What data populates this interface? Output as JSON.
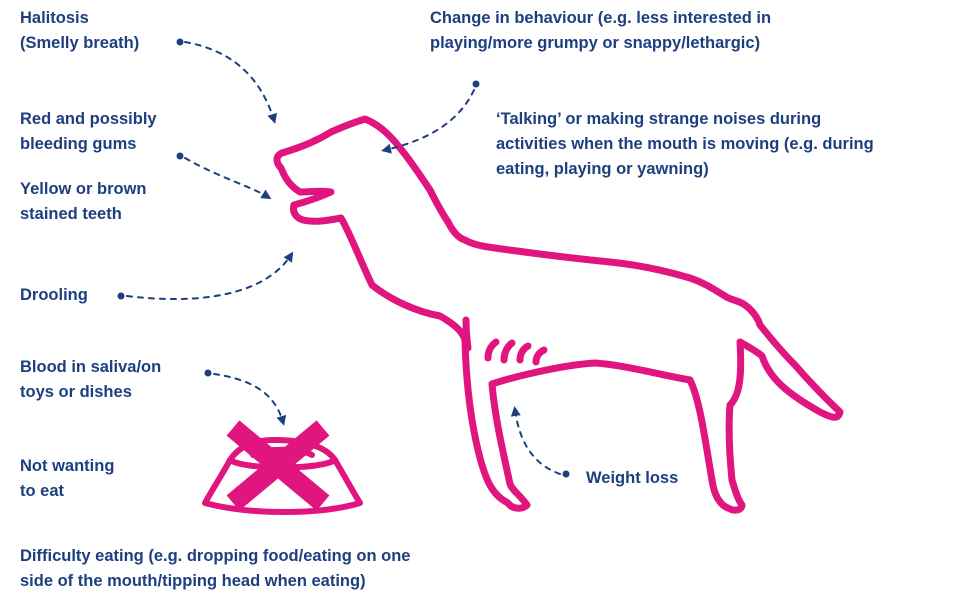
{
  "colors": {
    "text": "#1d3f7f",
    "illustration": "#e0157f",
    "background": "#ffffff"
  },
  "labels": {
    "halitosis": "Halitosis\n(Smelly breath)",
    "behaviour_change": "Change in behaviour (e.g. less interested in\nplaying/more grumpy or snappy/lethargic)",
    "red_gums": "Red and possibly\nbleeding gums",
    "talking": "‘Talking’ or making strange noises during\nactivities when the mouth is moving (e.g. during\neating, playing or yawning)",
    "stained_teeth": "Yellow or brown\nstained teeth",
    "drooling": "Drooling",
    "blood_saliva": "Blood in saliva/on\ntoys or dishes",
    "not_eating": "Not wanting\nto eat",
    "weight_loss": "Weight loss",
    "difficulty_eating": "Difficulty eating (e.g. dropping food/eating on one\nside of the mouth/tipping head when eating)"
  },
  "icons": {
    "dog": "dog-outline-icon",
    "bowl": "food-bowl-icon",
    "cross": "cross-icon",
    "arrow": "dashed-arrow-icon"
  }
}
